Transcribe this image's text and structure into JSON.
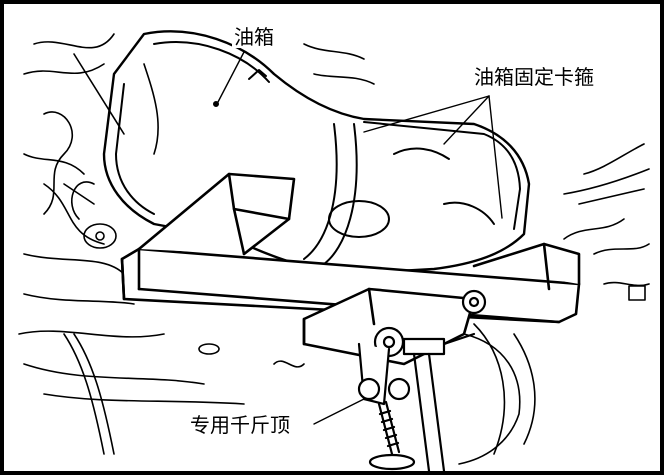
{
  "labels": {
    "fuel_tank": "油箱",
    "fuel_tank_strap": "油箱固定卡箍",
    "special_jack": "专用千斤顶"
  },
  "colors": {
    "line": "#000000",
    "background": "#ffffff"
  }
}
